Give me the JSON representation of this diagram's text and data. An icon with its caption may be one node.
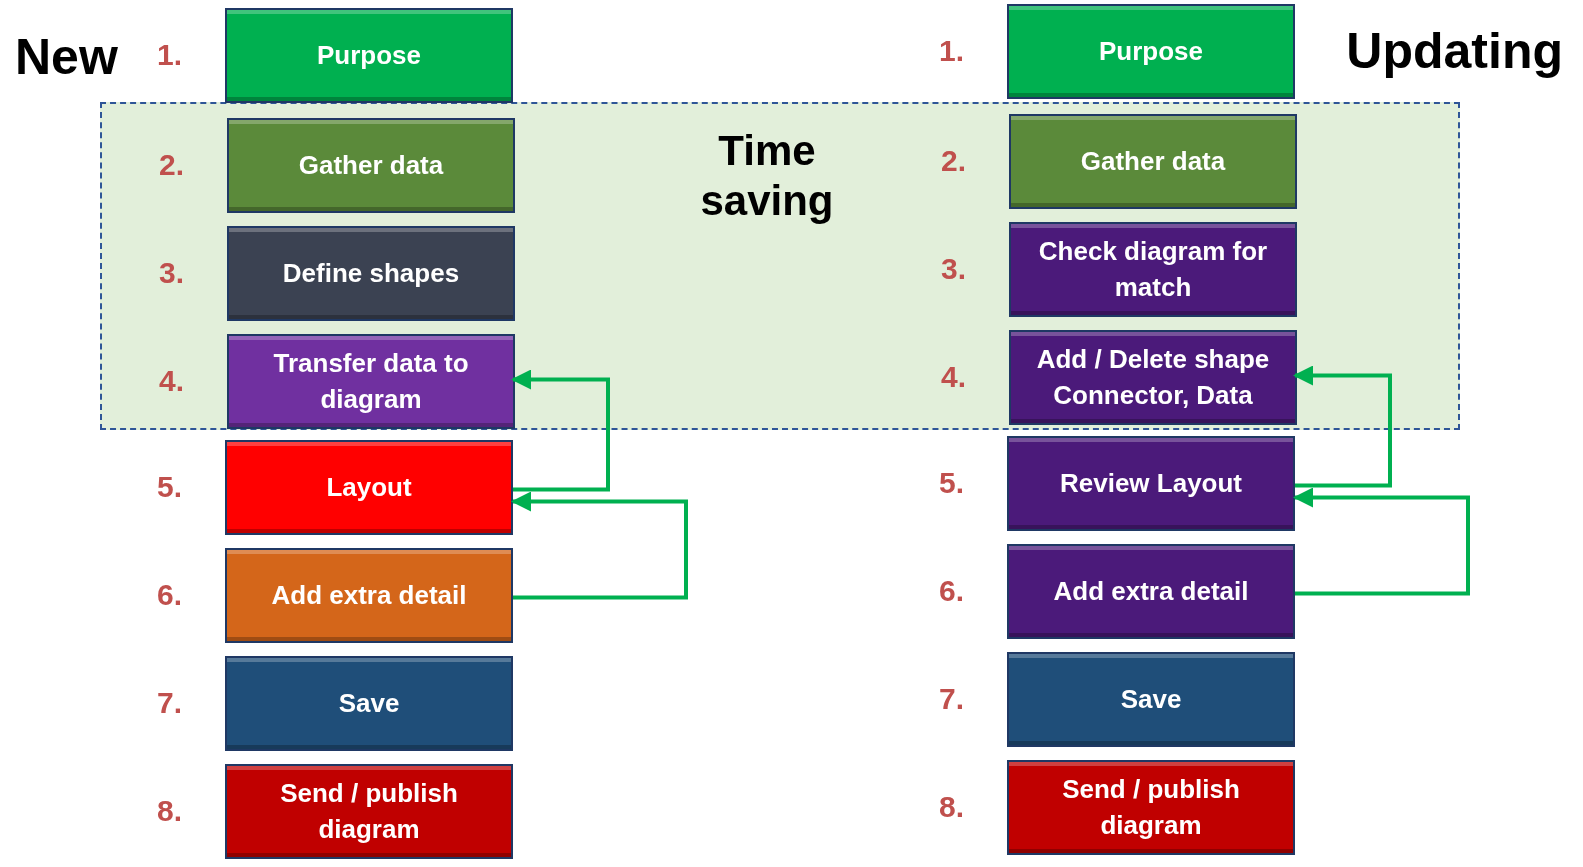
{
  "diagram": {
    "nodes": [
      {
        "text": [
          "Purpose"
        ],
        "beside": [
          "1."
        ]
      },
      {
        "text": [
          "Time saving"
        ]
      },
      {
        "text": [
          "Gather data"
        ],
        "beside": [
          "2."
        ],
        "in": 1
      },
      {
        "text": [
          "Define shapes"
        ],
        "beside": [
          "3."
        ],
        "in": 1
      },
      {
        "text": [
          "Transfer data to diagram"
        ],
        "beside": [
          "4."
        ],
        "in": 1
      },
      {
        "text": [
          "Layout"
        ],
        "beside": [
          "5."
        ]
      },
      {
        "text": [
          "Add extra detail"
        ],
        "beside": [
          "6."
        ]
      },
      {
        "text": [
          "Save"
        ],
        "beside": [
          "7."
        ]
      },
      {
        "text": [
          "Send / publish diagram"
        ],
        "beside": [
          "8."
        ]
      },
      {
        "text": [
          "Purpose"
        ],
        "beside": [
          "1."
        ]
      },
      {
        "text": [
          "Gather data"
        ],
        "beside": [
          "2."
        ],
        "in": 1
      },
      {
        "text": [
          "Check diagram for match"
        ],
        "beside": [
          "3."
        ],
        "in": 1
      },
      {
        "text": [
          "Add / Delete shape Connector, Data"
        ],
        "beside": [
          "4."
        ],
        "in": 1
      },
      {
        "text": [
          "Review Layout"
        ],
        "beside": [
          "5."
        ]
      },
      {
        "text": [
          "Add extra detail"
        ],
        "beside": [
          "6."
        ]
      },
      {
        "text": [
          "Save"
        ],
        "beside": [
          "7."
        ]
      },
      {
        "text": [
          "Send / publish diagram"
        ],
        "beside": [
          "8."
        ]
      }
    ],
    "edges": [
      {
        "from": 5,
        "to": 4,
        "arrow": "to"
      },
      {
        "from": 6,
        "to": 5,
        "arrow": "to"
      },
      {
        "from": 13,
        "to": 12,
        "arrow": "to"
      },
      {
        "from": 14,
        "to": 13,
        "arrow": "to"
      }
    ],
    "labels": [
      "New",
      "Updating"
    ]
  }
}
